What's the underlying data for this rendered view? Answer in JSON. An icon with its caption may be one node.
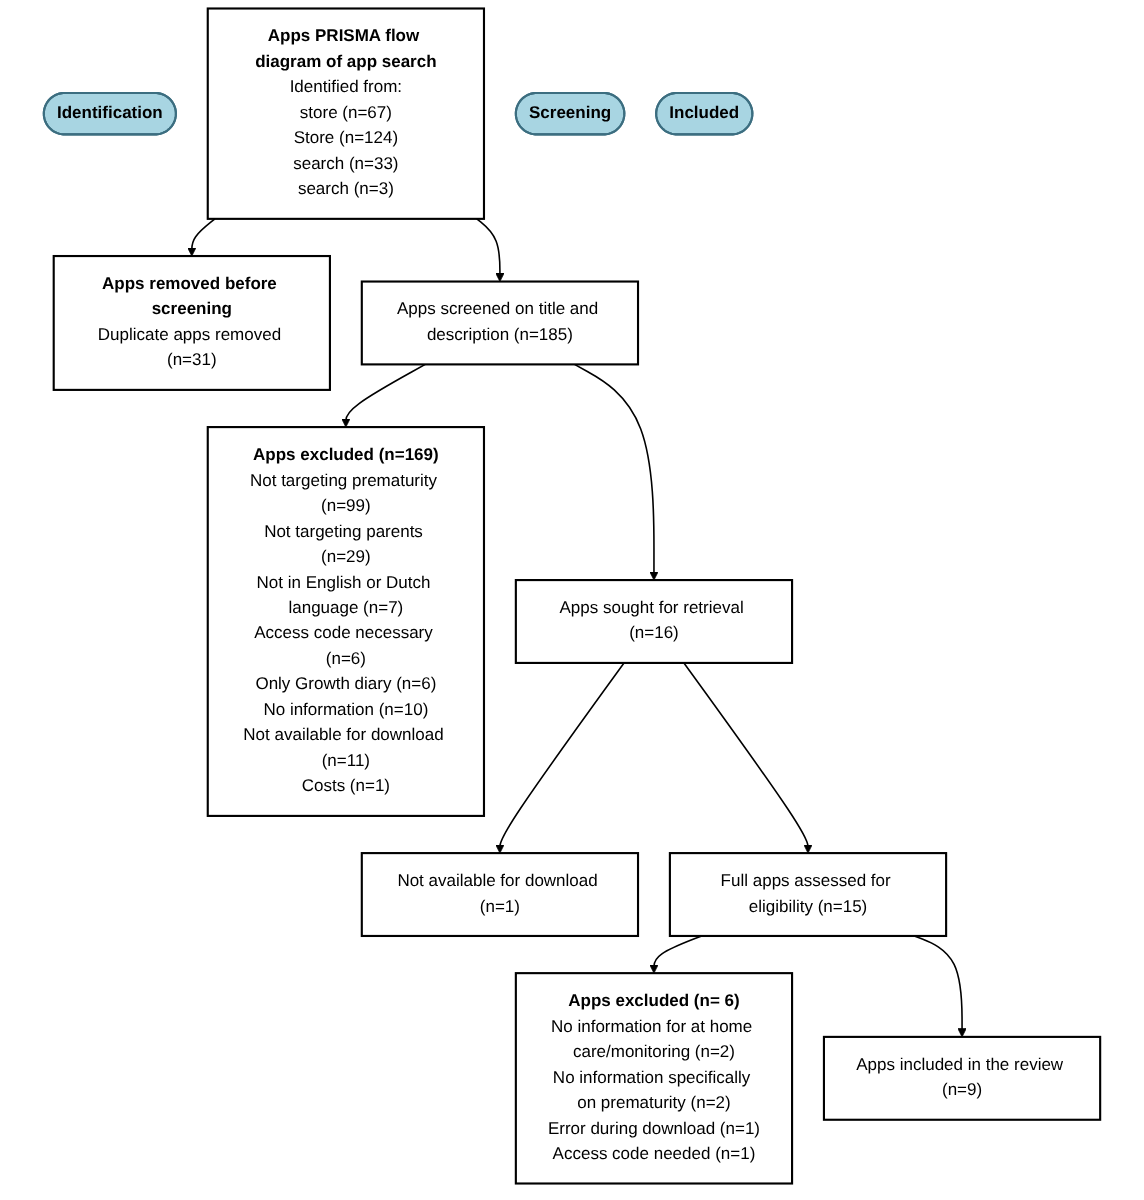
{
  "diagram": {
    "nodes": [
      {
        "text": [
          "Identification"
        ]
      },
      {
        "text": [
          "Apps PRISMA flow diagram of app search",
          "Identified from:",
          "store (n=67)",
          "Store (n=124)",
          "search (n=33)",
          "search (n=3)"
        ]
      },
      {
        "text": [
          "Apps removed before screening",
          "Duplicate apps removed (n=31)"
        ]
      },
      {
        "text": [
          "Screening"
        ]
      },
      {
        "text": [
          "Apps screened on title and description (n=185)"
        ]
      },
      {
        "text": [
          "Apps excluded (n=169)",
          "Not targeting prematurity (n=99)",
          "Not targeting parents (n=29)",
          "Not in English or Dutch language (n=7)",
          "Access code necessary (n=6)",
          "Only Growth diary (n=6)",
          "No information (n=10)",
          "Not available for download (n=11)",
          "Costs (n=1)"
        ]
      },
      {
        "text": [
          "Apps sought for retrieval (n=16)"
        ]
      },
      {
        "text": [
          "Not available for download (n=1)"
        ]
      },
      {
        "text": [
          "Full apps assessed for eligibility (n=15)"
        ]
      },
      {
        "text": [
          "Apps excluded (n= 6)",
          "No information for at home care/monitoring (n=2)",
          "No information specifically on prematurity (n=2)",
          "Error during download (n=1)",
          "Access code needed (n=1)"
        ]
      },
      {
        "text": [
          "Included"
        ]
      },
      {
        "text": [
          "Apps included in the review (n=9)"
        ]
      }
    ],
    "edges": [
      {
        "from": 1,
        "to": 2,
        "arrow": "to"
      },
      {
        "from": 1,
        "to": 4,
        "arrow": "to"
      },
      {
        "from": 4,
        "to": 5,
        "arrow": "to"
      },
      {
        "from": 4,
        "to": 6,
        "arrow": "to"
      },
      {
        "from": 6,
        "to": 7,
        "arrow": "to"
      },
      {
        "from": 6,
        "to": 8,
        "arrow": "to"
      },
      {
        "from": 8,
        "to": 9,
        "arrow": "to"
      },
      {
        "from": 8,
        "to": 11,
        "arrow": "to"
      }
    ]
  }
}
